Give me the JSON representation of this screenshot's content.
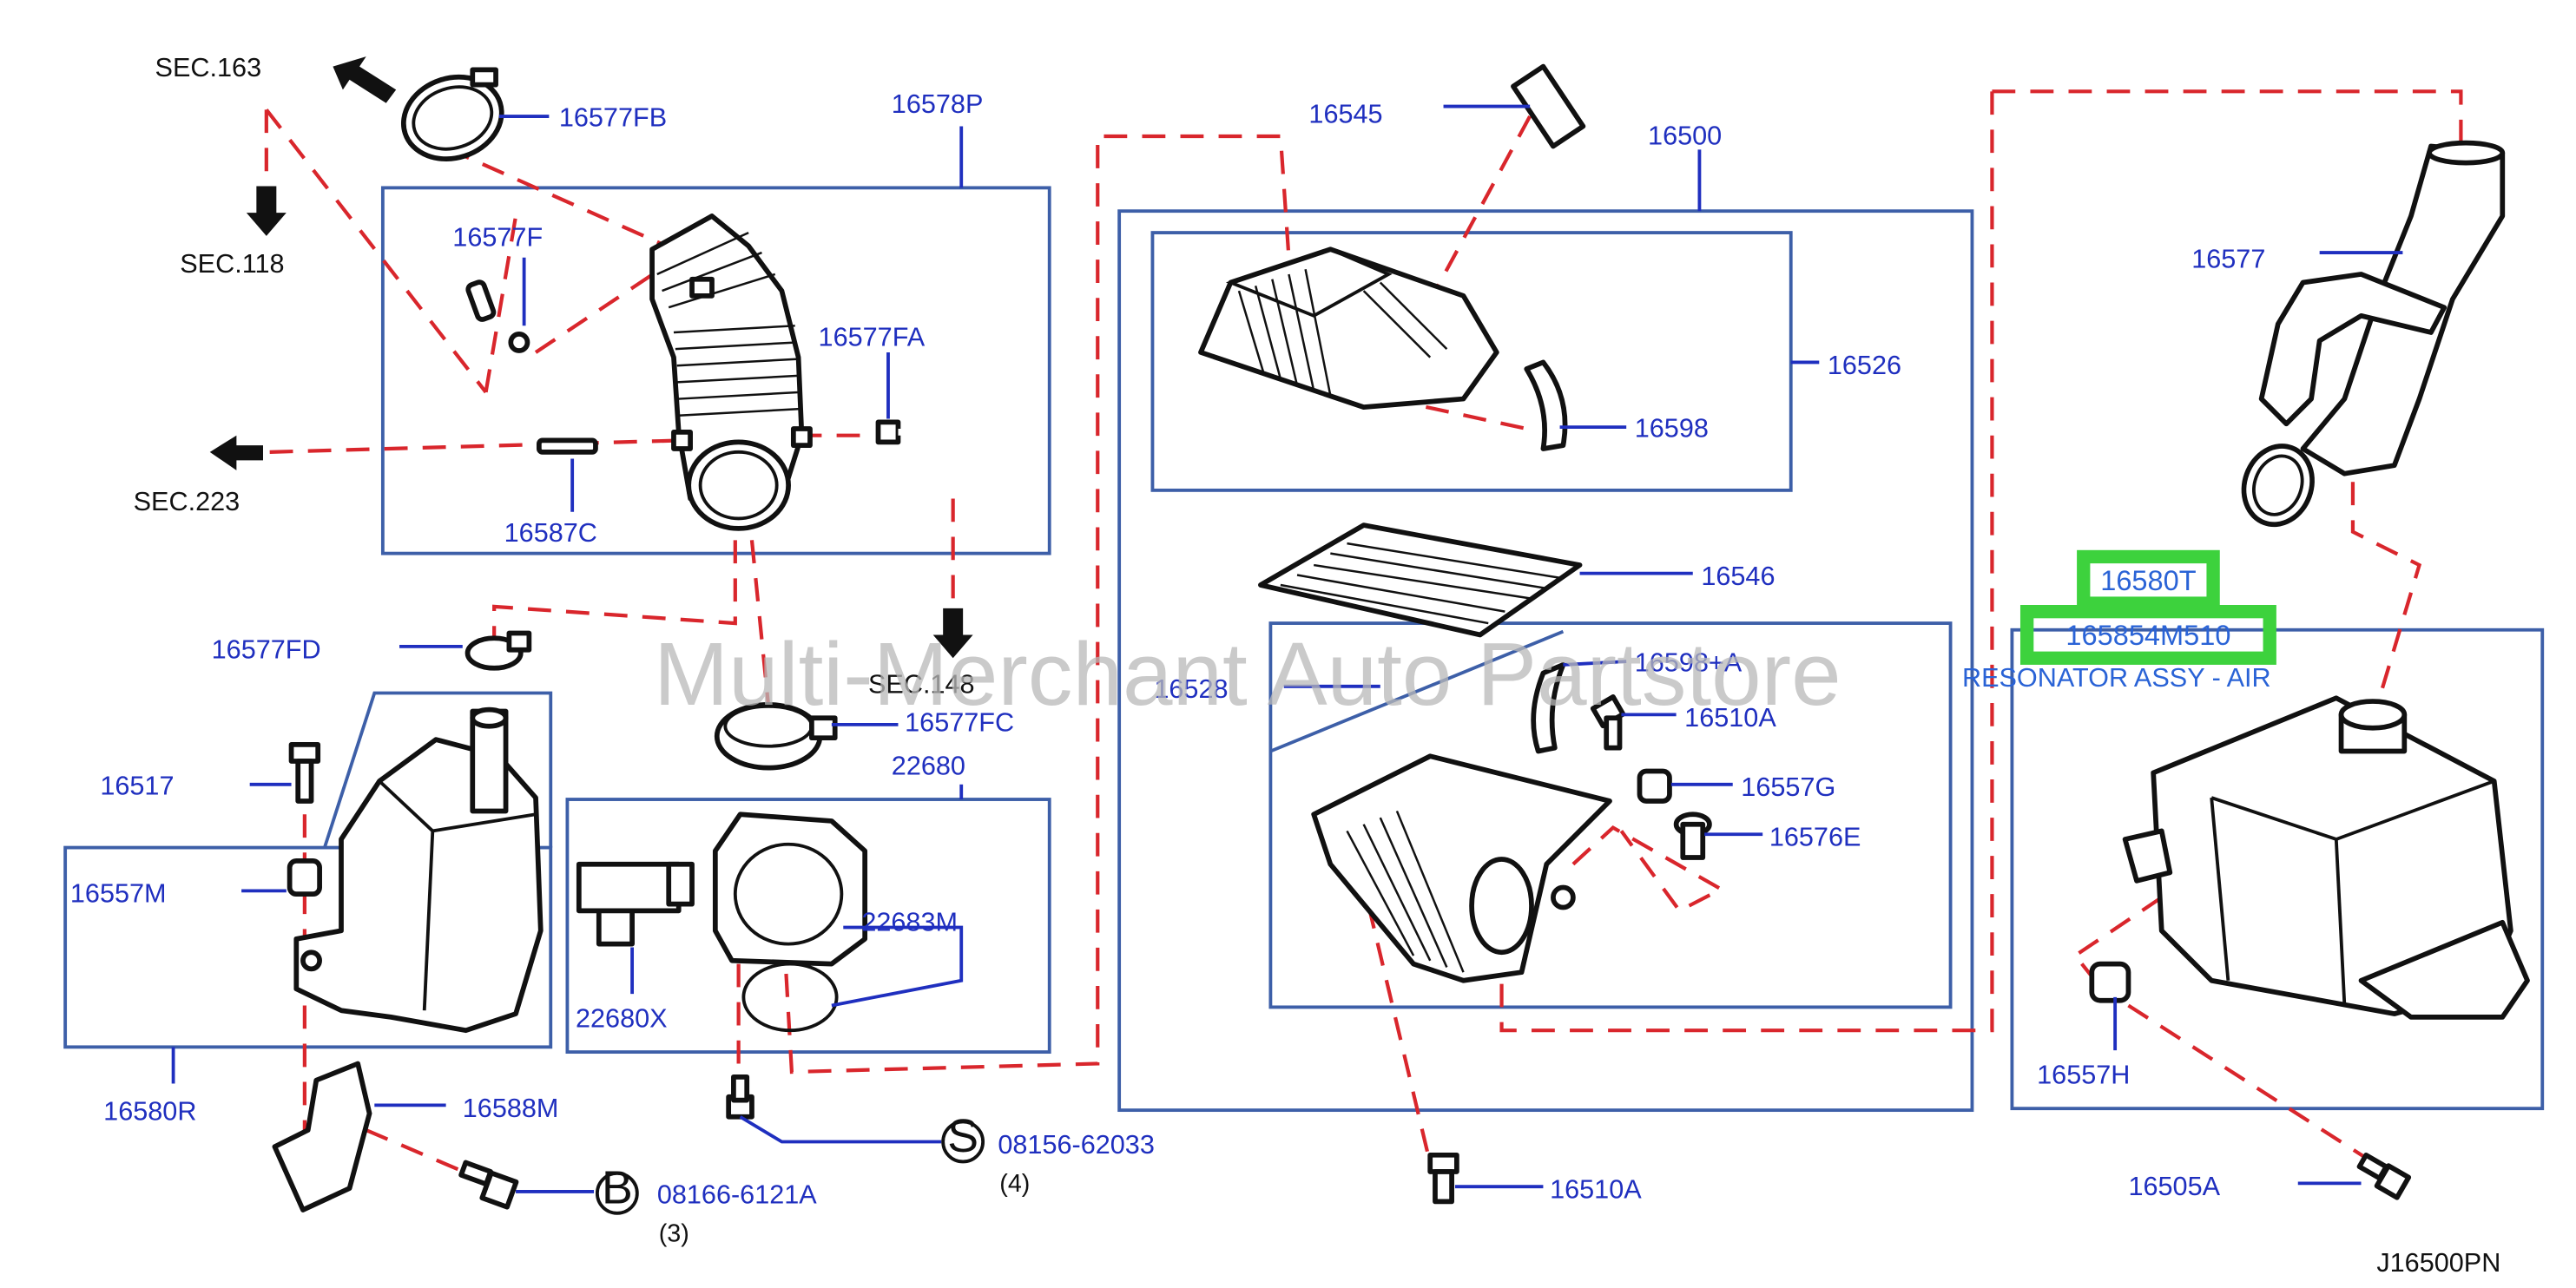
{
  "sections": {
    "sec163": "SEC.163",
    "sec118": "SEC.118",
    "sec223": "SEC.223",
    "sec148": "SEC.148"
  },
  "parts": {
    "p16577FB": "16577FB",
    "p16578P": "16578P",
    "p16577F": "16577F",
    "p16577FA": "16577FA",
    "p16587C": "16587C",
    "p16577FD": "16577FD",
    "p16577FC": "16577FC",
    "p22680": "22680",
    "p16517": "16517",
    "p16557M": "16557M",
    "p22683M": "22683M",
    "p22680X": "22680X",
    "p16580R": "16580R",
    "p16588M": "16588M",
    "p08156": "08156-62033",
    "p08156_qty": "(4)",
    "p08156_symbol": "S",
    "p08166": "08166-6121A",
    "p08166_qty": "(3)",
    "p08166_symbol": "B",
    "p16545": "16545",
    "p16500": "16500",
    "p16526": "16526",
    "p16598": "16598",
    "p16546": "16546",
    "p16528": "16528",
    "p16598A": "16598+A",
    "p16510A_top": "16510A",
    "p16557G": "16557G",
    "p16576E": "16576E",
    "p16510A_bottom": "16510A",
    "p16577": "16577",
    "p16580T": "16580T",
    "p165854M510": "165854M510",
    "resonator_label": "RESONATOR ASSY - AIR",
    "p16557H": "16557H",
    "p16505A": "16505A"
  },
  "watermark": "Multi-Merchant Auto Partstore",
  "diagram_code": "J16500PN",
  "colors": {
    "part_label": "#1f2fbf",
    "leader": "#1f2fbf",
    "dashed_connector": "#d9262c",
    "highlight": "#3dd23d",
    "box": "#3d5fa8"
  }
}
